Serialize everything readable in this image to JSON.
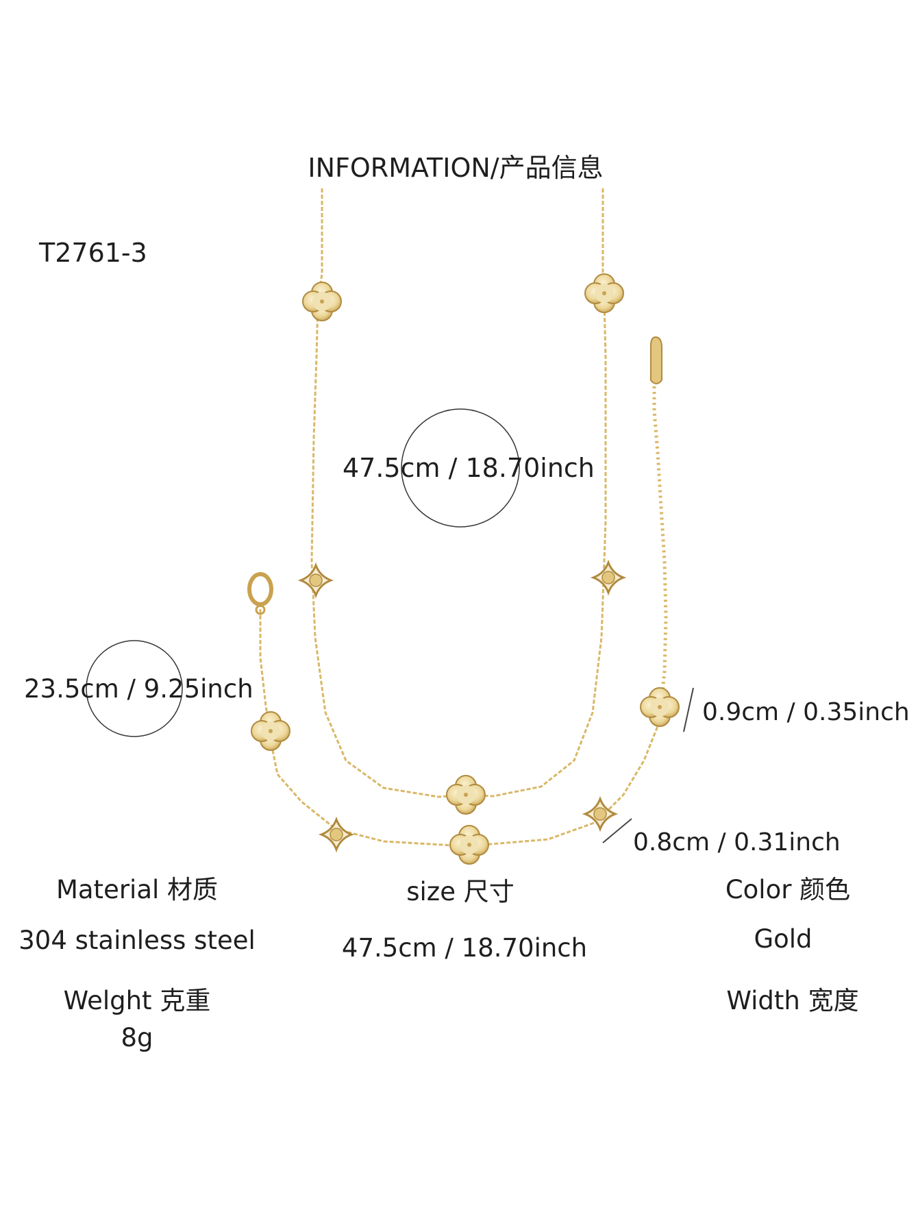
{
  "title": "INFORMATION/产品信息",
  "sku": "T2761-3",
  "dimensions": {
    "necklace_length": "47.5cm / 18.70inch",
    "bracelet_length": "23.5cm / 9.25inch",
    "pendant_width_large": "0.9cm / 0.35inch",
    "pendant_width_small": "0.8cm / 0.31inch"
  },
  "specs": {
    "material_label": "Material 材质",
    "material_value": "304 stainless steel",
    "size_label": "size 尺寸",
    "size_value": "47.5cm / 18.70inch",
    "color_label": "Color 颜色",
    "color_value": "Gold",
    "weight_label": "Welght 克重",
    "weight_value": "8g",
    "width_label": "Width 宽度"
  },
  "colors": {
    "gold": "#d9b765",
    "gold_light": "#f1e2b4",
    "gold_dark": "#b08a3e",
    "text": "#1e1e1e",
    "outline": "#333333"
  }
}
